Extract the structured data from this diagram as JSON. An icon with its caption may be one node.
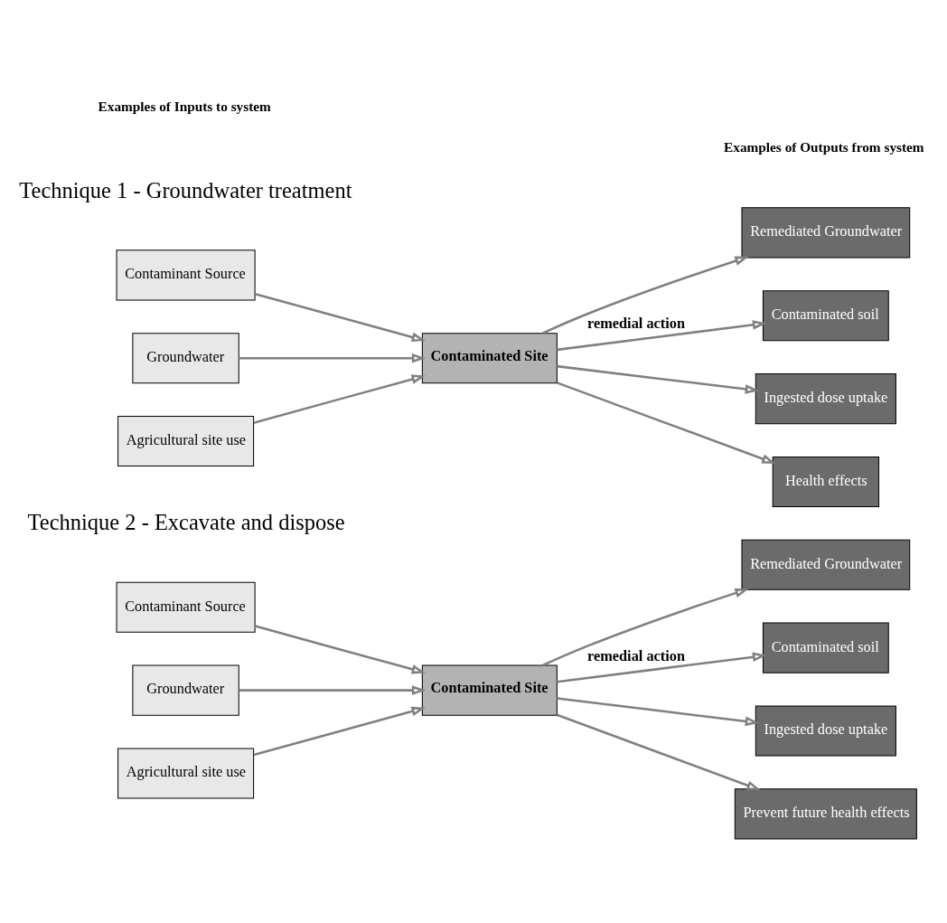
{
  "diagram": {
    "nodes": [
      {
        "text": [
          "Contaminant Source"
        ]
      },
      {
        "text": [
          "Groundwater"
        ]
      },
      {
        "text": [
          "Agricultural site use"
        ]
      },
      {
        "text": [
          "Contaminated Site"
        ]
      },
      {
        "text": [
          "Remediated Groundwater"
        ]
      },
      {
        "text": [
          "Contaminated soil"
        ]
      },
      {
        "text": [
          "Ingested dose uptake"
        ]
      },
      {
        "text": [
          "Health effects"
        ]
      },
      {
        "text": [
          "Contaminant Source"
        ]
      },
      {
        "text": [
          "Groundwater"
        ]
      },
      {
        "text": [
          "Agricultural site use"
        ]
      },
      {
        "text": [
          "Contaminated Site"
        ]
      },
      {
        "text": [
          "Remediated Groundwater"
        ]
      },
      {
        "text": [
          "Contaminated soil"
        ]
      },
      {
        "text": [
          "Ingested dose uptake"
        ]
      },
      {
        "text": [
          "Prevent future health effects"
        ]
      }
    ],
    "edges": [
      {
        "from": 0,
        "to": 3,
        "arrow": "to"
      },
      {
        "from": 1,
        "to": 3,
        "arrow": "to"
      },
      {
        "from": 2,
        "to": 3,
        "arrow": "to"
      },
      {
        "from": 3,
        "to": 4,
        "arrow": "to"
      },
      {
        "from": 3,
        "to": 5,
        "arrow": "to",
        "label": "remedial action"
      },
      {
        "from": 3,
        "to": 6,
        "arrow": "to"
      },
      {
        "from": 3,
        "to": 7,
        "arrow": "to"
      },
      {
        "from": 8,
        "to": 11,
        "arrow": "to"
      },
      {
        "from": 9,
        "to": 11,
        "arrow": "to"
      },
      {
        "from": 10,
        "to": 11,
        "arrow": "to"
      },
      {
        "from": 11,
        "to": 12,
        "arrow": "to"
      },
      {
        "from": 11,
        "to": 13,
        "arrow": "to",
        "label": "remedial action"
      },
      {
        "from": 11,
        "to": 14,
        "arrow": "to"
      },
      {
        "from": 11,
        "to": 15,
        "arrow": "to"
      }
    ],
    "labels": [
      "Examples of Inputs to system",
      "Examples of Outputs from system",
      "Technique 1 - Groundwater treatment",
      "Technique 2 - Excavate and dispose"
    ]
  }
}
